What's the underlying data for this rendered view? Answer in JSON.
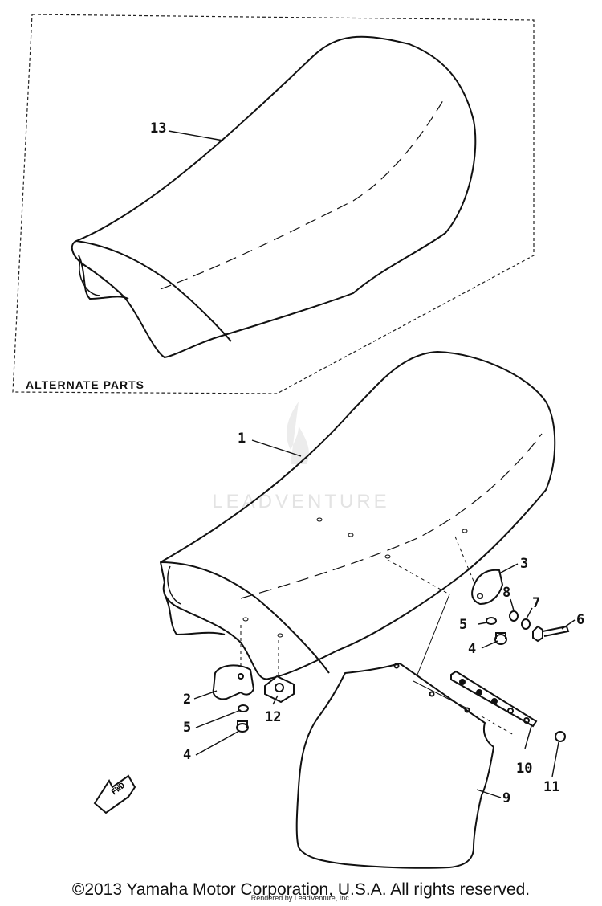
{
  "alternate_box": {
    "title": "ALTERNATE PARTS"
  },
  "watermark": {
    "text": "LEADVENTURE"
  },
  "fwd_arrow": {
    "text": "FWD"
  },
  "callouts": {
    "p1": "1",
    "p2": "2",
    "p3": "3",
    "p4a": "4",
    "p4b": "4",
    "p5a": "5",
    "p5b": "5",
    "p6": "6",
    "p7": "7",
    "p8": "8",
    "p9": "9",
    "p10": "10",
    "p11": "11",
    "p12": "12",
    "p13": "13"
  },
  "footer": {
    "copyright": "©2013 Yamaha Motor Corporation, U.S.A. All rights reserved.",
    "rendered_by": "Rendered by LeadVenture, Inc."
  }
}
